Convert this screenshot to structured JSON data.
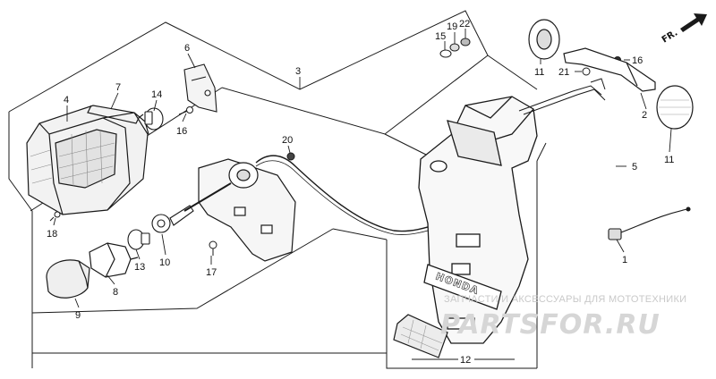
{
  "diagram": {
    "orientation_label": "FR.",
    "brand_plate_text": "HONDA",
    "callouts": [
      {
        "id": "c1",
        "label": "1"
      },
      {
        "id": "c2",
        "label": "2"
      },
      {
        "id": "c3",
        "label": "3"
      },
      {
        "id": "c4",
        "label": "4"
      },
      {
        "id": "c5",
        "label": "5"
      },
      {
        "id": "c6",
        "label": "6"
      },
      {
        "id": "c7",
        "label": "7"
      },
      {
        "id": "c8",
        "label": "8"
      },
      {
        "id": "c9",
        "label": "9"
      },
      {
        "id": "c10",
        "label": "10"
      },
      {
        "id": "c11a",
        "label": "11"
      },
      {
        "id": "c11b",
        "label": "11"
      },
      {
        "id": "c12",
        "label": "12"
      },
      {
        "id": "c13",
        "label": "13"
      },
      {
        "id": "c14",
        "label": "14"
      },
      {
        "id": "c15",
        "label": "15"
      },
      {
        "id": "c16a",
        "label": "16"
      },
      {
        "id": "c16b",
        "label": "16"
      },
      {
        "id": "c17",
        "label": "17"
      },
      {
        "id": "c18",
        "label": "18"
      },
      {
        "id": "c19",
        "label": "19"
      },
      {
        "id": "c20",
        "label": "20"
      },
      {
        "id": "c21",
        "label": "21"
      },
      {
        "id": "c22",
        "label": "22"
      }
    ]
  },
  "watermark": {
    "caption": "ЗАПЧАСТИ И АКСЕССУАРЫ ДЛЯ МОТОТЕХНИКИ",
    "logo": "PARTSFOR.RU"
  },
  "colors": {
    "line": "#1a1a1a",
    "watermark_text": "#c9c9c9",
    "watermark_logo": "#d6d6d6"
  }
}
